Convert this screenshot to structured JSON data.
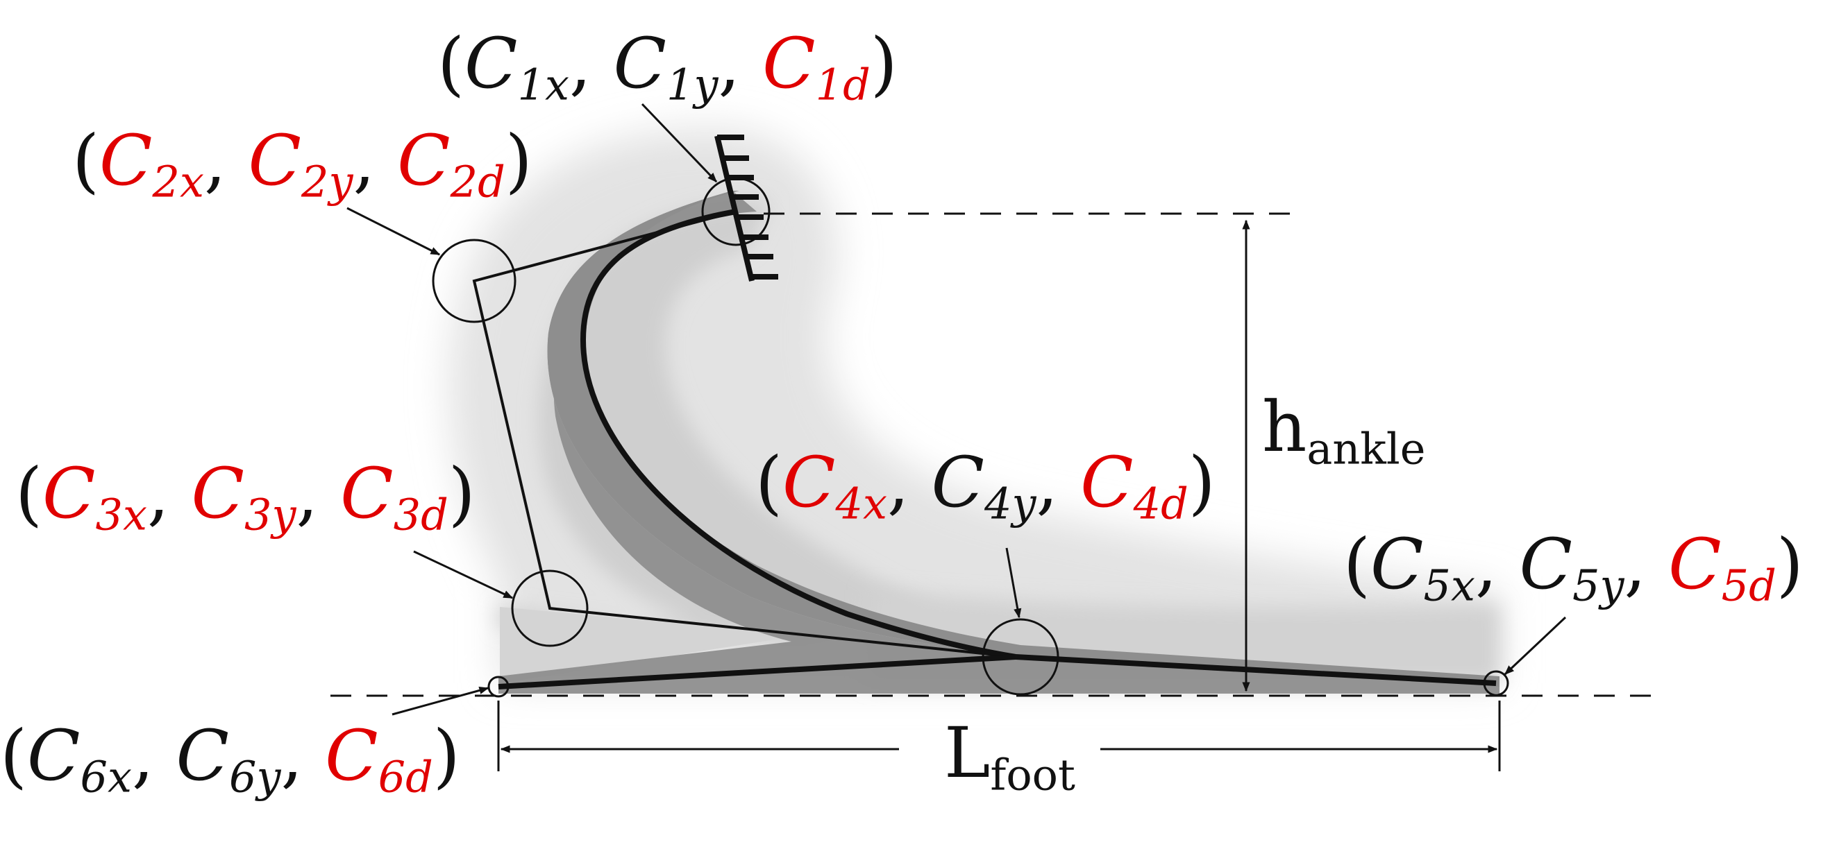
{
  "control_points": [
    {
      "id": "c1",
      "label": [
        "C",
        "1x",
        "C",
        "1y",
        "C",
        "1d"
      ],
      "highlight": [
        false,
        false,
        true
      ]
    },
    {
      "id": "c2",
      "label": [
        "C",
        "2x",
        "C",
        "2y",
        "C",
        "2d"
      ],
      "highlight": [
        true,
        true,
        true
      ]
    },
    {
      "id": "c3",
      "label": [
        "C",
        "3x",
        "C",
        "3y",
        "C",
        "3d"
      ],
      "highlight": [
        true,
        true,
        true
      ]
    },
    {
      "id": "c4",
      "label": [
        "C",
        "4x",
        "C",
        "4y",
        "C",
        "4d"
      ],
      "highlight": [
        true,
        false,
        true
      ]
    },
    {
      "id": "c5",
      "label": [
        "C",
        "5x",
        "C",
        "5y",
        "C",
        "5d"
      ],
      "highlight": [
        false,
        false,
        true
      ]
    },
    {
      "id": "c6",
      "label": [
        "C",
        "6x",
        "C",
        "6y",
        "C",
        "6d"
      ],
      "highlight": [
        false,
        false,
        true
      ]
    }
  ],
  "dimensions": {
    "height": {
      "main": "h",
      "sub": "ankle"
    },
    "length": {
      "main": "L",
      "sub": "foot"
    }
  },
  "colors": {
    "highlight": "#e00000",
    "text": "#111111",
    "shade_light": "#d4d4d4",
    "shade_dark": "#8c8c8c"
  }
}
